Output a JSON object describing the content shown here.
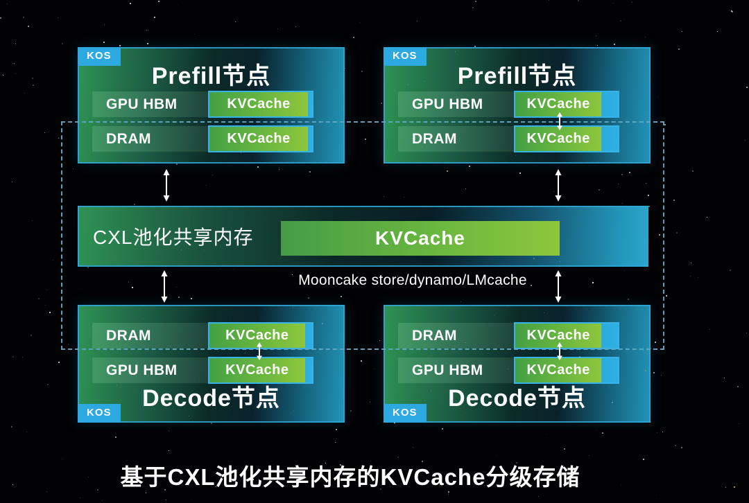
{
  "nodes": [
    {
      "id": "prefill-left",
      "kos": "KOS",
      "title": "Prefill节点",
      "rows": [
        {
          "label": "GPU HBM",
          "pill": "KVCache",
          "fill": 96
        },
        {
          "label": "DRAM",
          "pill": "KVCache",
          "fill": 96
        }
      ]
    },
    {
      "id": "prefill-right",
      "kos": "KOS",
      "title": "Prefill节点",
      "rows": [
        {
          "label": "GPU HBM",
          "pill": "KVCache",
          "fill": 84
        },
        {
          "label": "DRAM",
          "pill": "KVCache",
          "fill": 84
        }
      ]
    },
    {
      "id": "decode-left",
      "kos": "KOS",
      "title": "Decode节点",
      "rows": [
        {
          "label": "DRAM",
          "pill": "KVCache",
          "fill": 93
        },
        {
          "label": "GPU HBM",
          "pill": "KVCache",
          "fill": 93
        }
      ]
    },
    {
      "id": "decode-right",
      "kos": "KOS",
      "title": "Decode节点",
      "rows": [
        {
          "label": "DRAM",
          "pill": "KVCache",
          "fill": 84
        },
        {
          "label": "GPU HBM",
          "pill": "KVCache",
          "fill": 84
        }
      ]
    }
  ],
  "pool": {
    "label": "CXL池化共享内存",
    "kvcache_label": "KVCache"
  },
  "middleware": {
    "label": "Mooncake store/dynamo/LMcache"
  },
  "caption": {
    "text": "基于CXL池化共享内存的KVCache分级存储"
  },
  "colors": {
    "kos_badge_blue": "#2BA9E0",
    "pill_border_blue": "#36B3E8",
    "pill_unfilled_blue": "#2AA6DA",
    "kvcache_green_dark": "#459C45",
    "kvcache_green_light": "#8EC63D",
    "box_green": "#2F9254",
    "box_teal": "#2293B8",
    "box_border_cyan": "#2FA8D8",
    "dashed_domain_line": "#5FA9C6",
    "background": "#020205",
    "text": "#FFFFFF"
  }
}
